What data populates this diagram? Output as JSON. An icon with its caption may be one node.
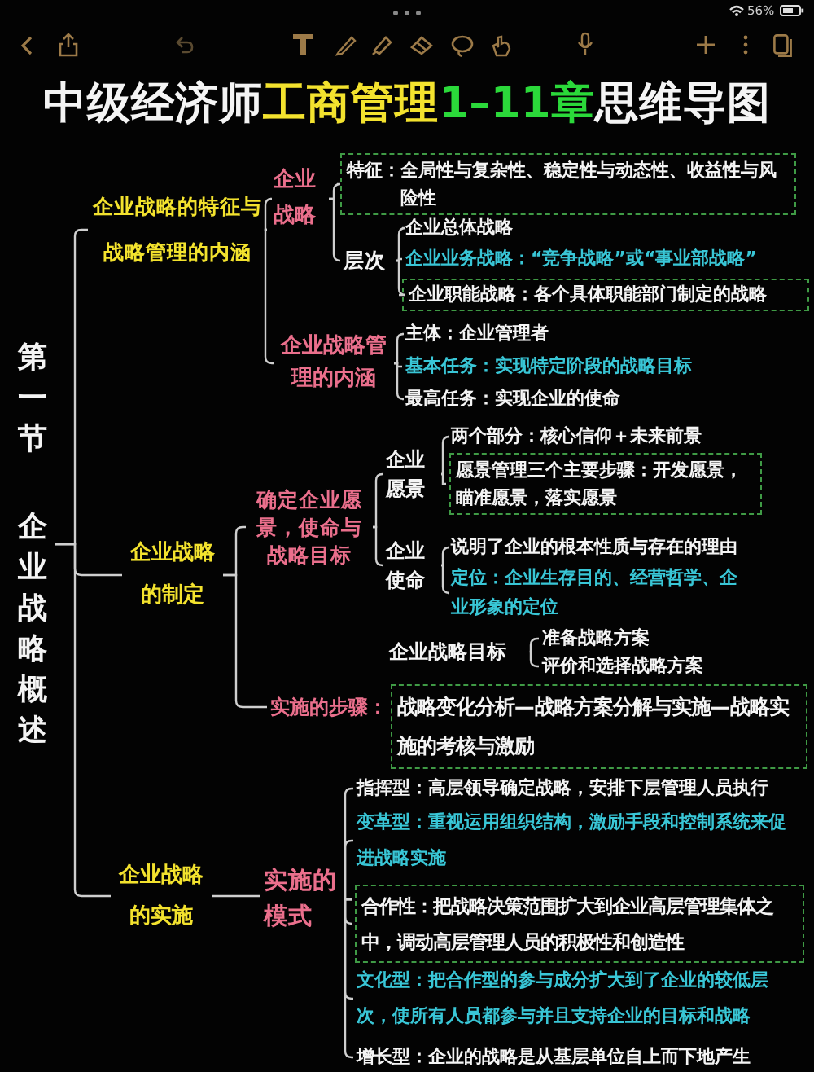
{
  "diagram": {
    "title": "中级经济师工商管理1–11章思维导图",
    "nodes": [
      {
        "text": [
          "第一节",
          "企业战略概述"
        ]
      },
      {
        "text": [
          "企业战略的特征与战略管理的内涵"
        ]
      },
      {
        "text": [
          "企业战略"
        ]
      },
      {
        "text": [
          "特征：全局性与复杂性、稳定性与动态性、收益性与风险性"
        ]
      },
      {
        "text": [
          "层次"
        ]
      },
      {
        "text": [
          "企业总体战略"
        ]
      },
      {
        "text": [
          "企业业务战略：“竞争战略”或“事业部战略”"
        ]
      },
      {
        "text": [
          "企业职能战略：各个具体职能部门制定的战略"
        ]
      },
      {
        "text": [
          "企业战略管理的内涵"
        ]
      },
      {
        "text": [
          "主体：企业管理者"
        ]
      },
      {
        "text": [
          "基本任务：实现特定阶段的战略目标"
        ]
      },
      {
        "text": [
          "最高任务：实现企业的使命"
        ]
      },
      {
        "text": [
          "企业战略的制定"
        ]
      },
      {
        "text": [
          "确定企业愿景，使命与战略目标"
        ]
      },
      {
        "text": [
          "企业愿景"
        ]
      },
      {
        "text": [
          "两个部分：核心信仰＋未来前景"
        ]
      },
      {
        "text": [
          "愿景管理三个主要步骤：开发愿景，瞄准愿景，落实愿景"
        ]
      },
      {
        "text": [
          "企业使命"
        ]
      },
      {
        "text": [
          "说明了企业的根本性质与存在的理由"
        ]
      },
      {
        "text": [
          "定位：企业生存目的、经营哲学、企业形象的定位"
        ]
      },
      {
        "text": [
          "企业战略目标"
        ]
      },
      {
        "text": [
          "准备战略方案"
        ]
      },
      {
        "text": [
          "评价和选择战略方案"
        ]
      },
      {
        "text": [
          "实施的步骤："
        ]
      },
      {
        "text": [
          "战略变化分析—战略方案分解与实施—战略实施的考核与激励"
        ]
      },
      {
        "text": [
          "企业战略的实施"
        ]
      },
      {
        "text": [
          "实施的模式"
        ]
      },
      {
        "text": [
          "指挥型：高层领导确定战略，安排下层管理人员执行"
        ]
      },
      {
        "text": [
          "变革型：重视运用组织结构，激励手段和控制系统来促进战略实施"
        ]
      },
      {
        "text": [
          "合作性：把战略决策范围扩大到企业高层管理集体之中，调动高层管理人员的积极性和创造性"
        ]
      },
      {
        "text": [
          "文化型：把合作型的参与成分扩大到了企业的较低层次，使所有人员都参与并且支持企业的目标和战略"
        ]
      },
      {
        "text": [
          "增长型：企业的战略是从基层单位自上而下地产生"
        ]
      }
    ],
    "edges": [
      {
        "from": 0,
        "to": 1,
        "arrow": "none"
      },
      {
        "from": 0,
        "to": 12,
        "arrow": "none"
      },
      {
        "from": 0,
        "to": 25,
        "arrow": "none"
      },
      {
        "from": 1,
        "to": 2,
        "arrow": "none"
      },
      {
        "from": 1,
        "to": 8,
        "arrow": "none"
      },
      {
        "from": 2,
        "to": 3,
        "arrow": "none"
      },
      {
        "from": 2,
        "to": 4,
        "arrow": "none"
      },
      {
        "from": 4,
        "to": 5,
        "arrow": "none"
      },
      {
        "from": 4,
        "to": 6,
        "arrow": "none"
      },
      {
        "from": 4,
        "to": 7,
        "arrow": "none"
      },
      {
        "from": 8,
        "to": 9,
        "arrow": "none"
      },
      {
        "from": 8,
        "to": 10,
        "arrow": "none"
      },
      {
        "from": 8,
        "to": 11,
        "arrow": "none"
      },
      {
        "from": 12,
        "to": 13,
        "arrow": "none"
      },
      {
        "from": 12,
        "to": 23,
        "arrow": "none"
      },
      {
        "from": 13,
        "to": 14,
        "arrow": "none"
      },
      {
        "from": 13,
        "to": 17,
        "arrow": "none"
      },
      {
        "from": 14,
        "to": 15,
        "arrow": "none"
      },
      {
        "from": 14,
        "to": 16,
        "arrow": "none"
      },
      {
        "from": 17,
        "to": 18,
        "arrow": "none"
      },
      {
        "from": 17,
        "to": 19,
        "arrow": "none"
      },
      {
        "from": 20,
        "to": 21,
        "arrow": "none"
      },
      {
        "from": 20,
        "to": 22,
        "arrow": "none"
      },
      {
        "from": 25,
        "to": 26,
        "arrow": "none"
      },
      {
        "from": 26,
        "to": 27,
        "arrow": "none"
      },
      {
        "from": 26,
        "to": 28,
        "arrow": "none"
      },
      {
        "from": 26,
        "to": 29,
        "arrow": "none"
      },
      {
        "from": 26,
        "to": 30,
        "arrow": "none"
      },
      {
        "from": 26,
        "to": 31,
        "arrow": "none"
      }
    ],
    "labels": [
      "56%"
    ]
  }
}
